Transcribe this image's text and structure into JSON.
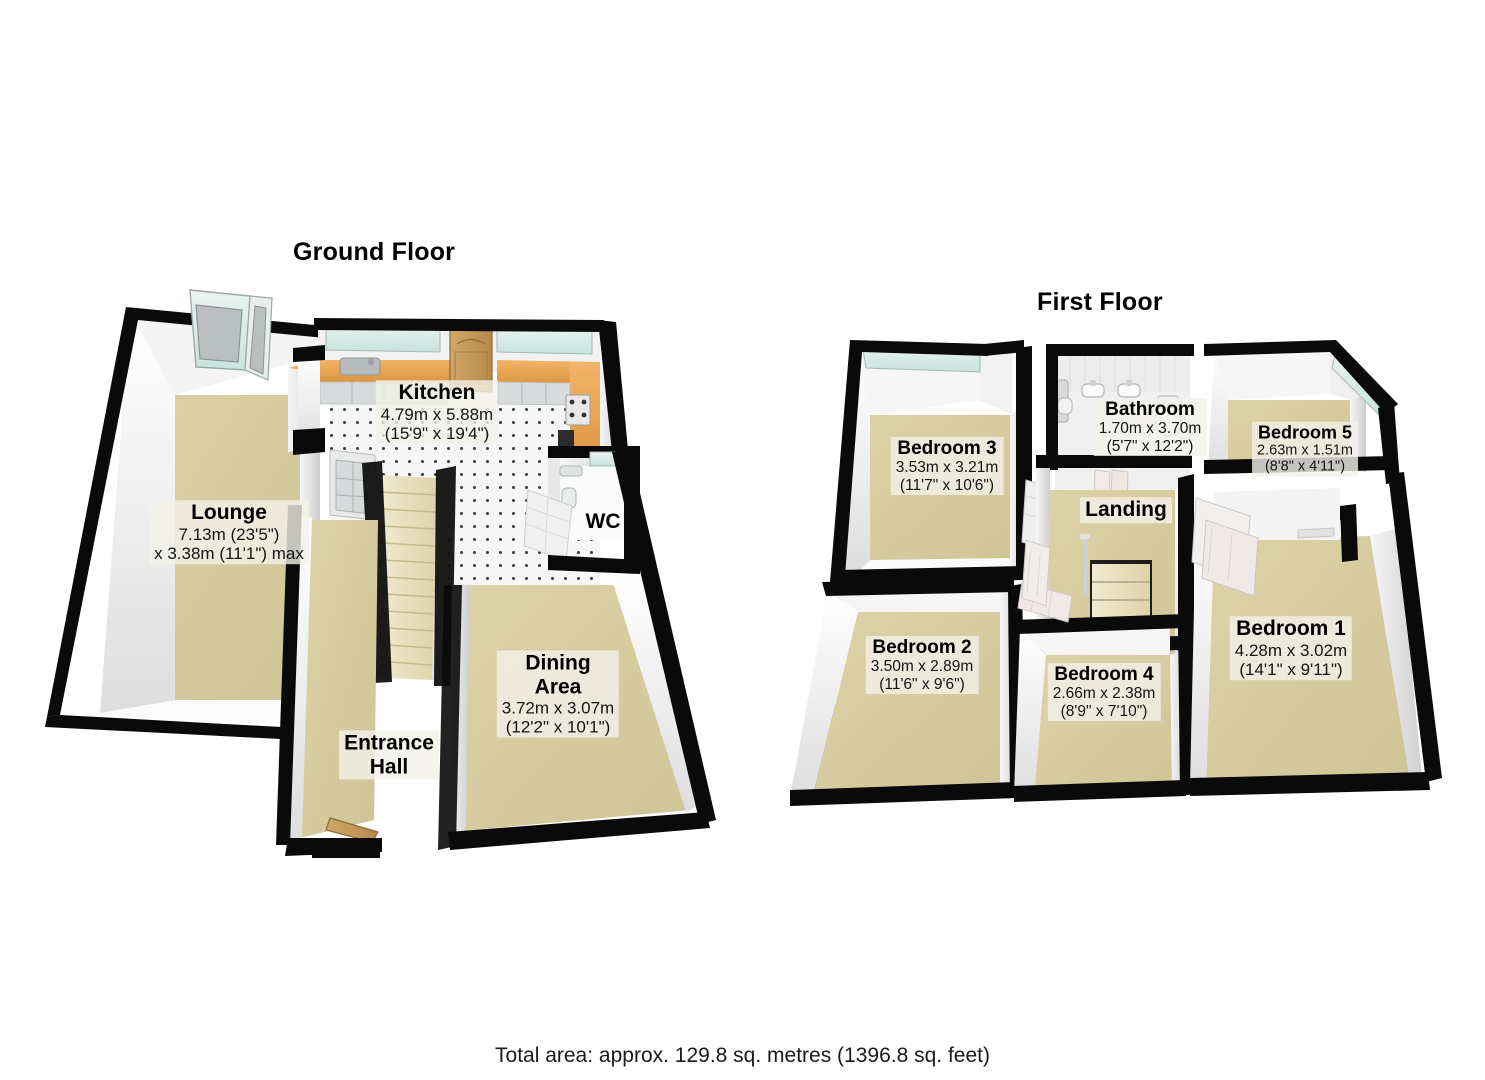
{
  "document": {
    "type": "floorplan",
    "total_area": "Total area: approx. 129.8 sq. metres (1396.8 sq. feet)"
  },
  "floors": [
    {
      "id": "ground",
      "title": "Ground Floor",
      "rooms": [
        {
          "key": "lounge",
          "name": "Lounge",
          "dim_metric": "7.13m (23'5\")",
          "dim_imperial": "x 3.38m (11'1\") max",
          "floor_color": "#d6cca0"
        },
        {
          "key": "kitchen",
          "name": "Kitchen",
          "dim_metric": "4.79m x 5.88m",
          "dim_imperial": "(15'9\" x 19'4\")",
          "floor_color": "#f2f2f2"
        },
        {
          "key": "entrance-hall",
          "name": "Entrance",
          "dim_metric": "Hall",
          "dim_imperial": "",
          "floor_color": "#d6cca0"
        },
        {
          "key": "dining-area",
          "name": "Dining",
          "dim_metric": "Area",
          "dim_imperial": "3.72m x 3.07m",
          "dim_imperial2": "(12'2\" x 10'1\")",
          "floor_color": "#d6cca0"
        },
        {
          "key": "wc",
          "name": "WC",
          "dim_metric": "",
          "dim_imperial": "",
          "floor_color": "#ffffff"
        }
      ]
    },
    {
      "id": "first",
      "title": "First Floor",
      "rooms": [
        {
          "key": "bedroom-3",
          "name": "Bedroom 3",
          "dim_metric": "3.53m x 3.21m",
          "dim_imperial": "(11'7\" x 10'6\")",
          "floor_color": "#d6cca0"
        },
        {
          "key": "bathroom",
          "name": "Bathroom",
          "dim_metric": "1.70m x 3.70m",
          "dim_imperial": "(5'7\" x 12'2\")",
          "floor_color": "#efefef"
        },
        {
          "key": "bedroom-5",
          "name": "Bedroom 5",
          "dim_metric": "2.63m x 1.51m",
          "dim_imperial": "(8'8\" x 4'11\")",
          "floor_color": "#d6cca0"
        },
        {
          "key": "landing",
          "name": "Landing",
          "dim_metric": "",
          "dim_imperial": "",
          "floor_color": "#d6cca0"
        },
        {
          "key": "bedroom-2",
          "name": "Bedroom 2",
          "dim_metric": "3.50m x 2.89m",
          "dim_imperial": "(11'6\" x 9'6\")",
          "floor_color": "#d6cca0"
        },
        {
          "key": "bedroom-4",
          "name": "Bedroom 4",
          "dim_metric": "2.66m x 2.38m",
          "dim_imperial": "(8'9\" x 7'10\")",
          "floor_color": "#d6cca0"
        },
        {
          "key": "bedroom-1",
          "name": "Bedroom 1",
          "dim_metric": "4.28m x 3.02m",
          "dim_imperial": "(14'1\" x 9'11\")",
          "floor_color": "#d6cca0"
        }
      ]
    }
  ],
  "palette": {
    "wall_outline": "#0a0a0a",
    "wall_face": "#ffffff",
    "wall_shade": "#e2e2e2",
    "carpet": "#d6cca0",
    "tile": "#f4f4f4",
    "window_glass": "#d7ebe6",
    "worktop_wood": "#eda852",
    "door_wood": "#c79a56",
    "cabinet": "#d9dcdc",
    "stair_tread": "#ece2c4",
    "background": "#ffffff"
  }
}
